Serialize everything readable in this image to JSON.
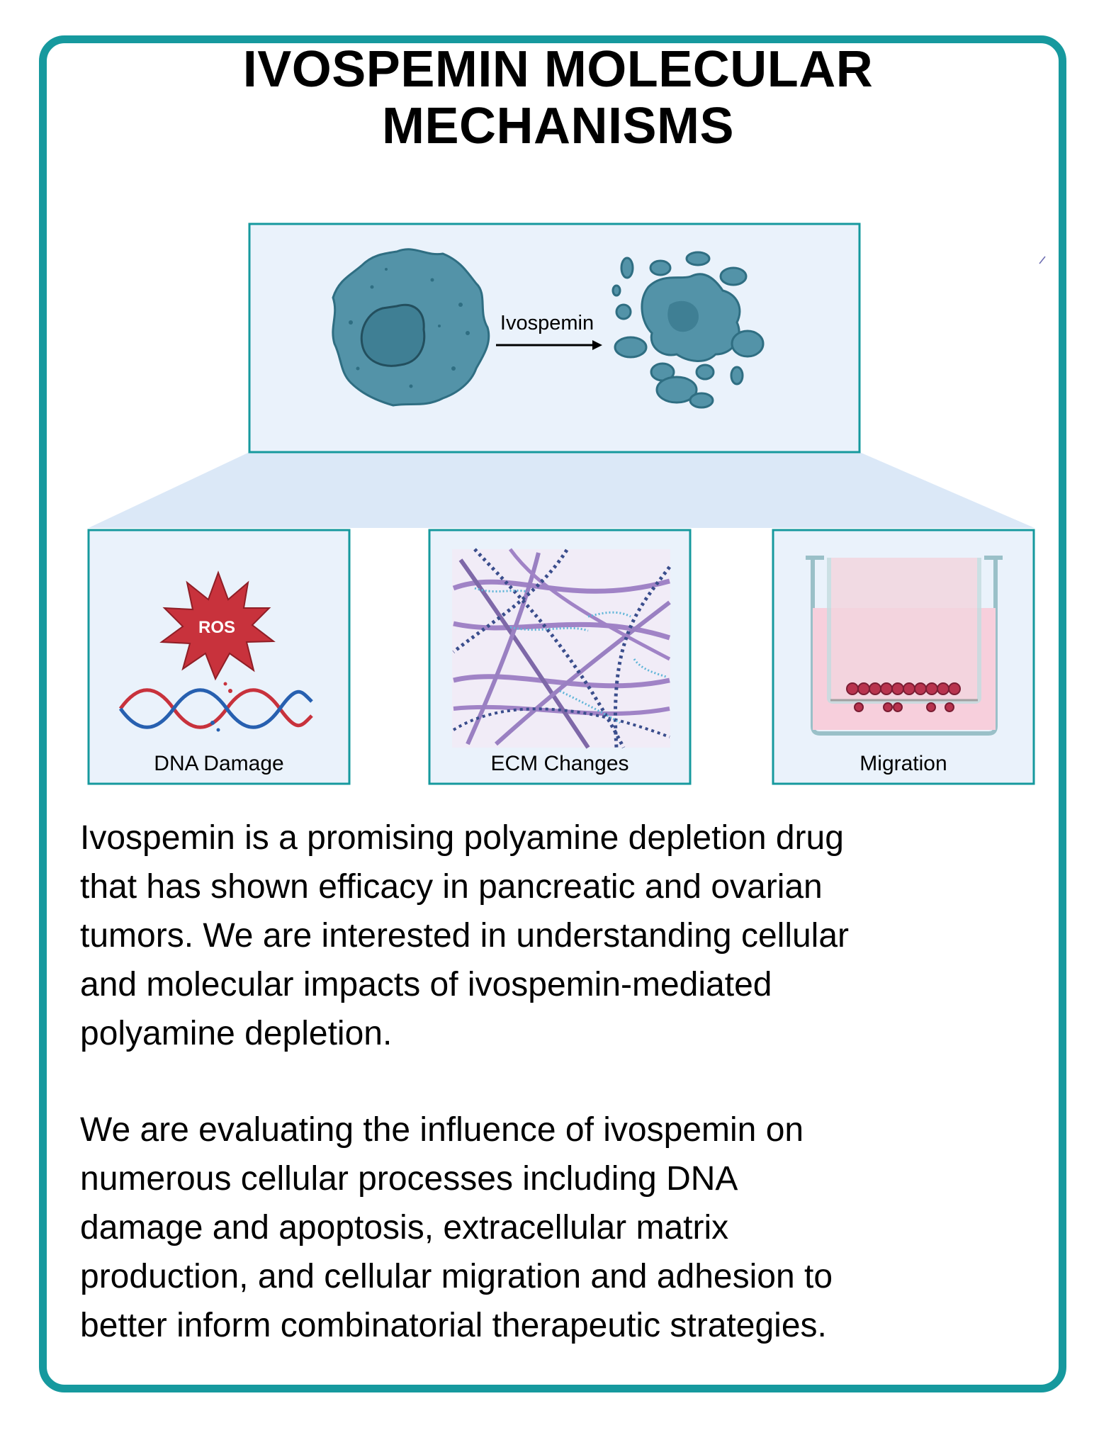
{
  "title": {
    "line1": "IVOSPEMIN MOLECULAR",
    "line2": "MECHANISMS"
  },
  "top_panel": {
    "arrow_label": "Ivospemin"
  },
  "panels": [
    {
      "label": "DNA Damage",
      "badge": "ROS"
    },
    {
      "label": "ECM Changes"
    },
    {
      "label": "Migration"
    }
  ],
  "paragraphs": [
    {
      "lines": [
        "Ivospemin is a promising polyamine depletion drug",
        "that has shown efficacy in pancreatic and ovarian",
        "tumors. We are interested in understanding cellular",
        "and molecular impacts of ivospemin-mediated",
        "polyamine depletion."
      ]
    },
    {
      "lines": [
        "We are evaluating the influence of ivospemin on",
        "numerous cellular processes including DNA",
        "damage and apoptosis, extracellular matrix",
        "production, and cellular migration and adhesion to",
        "better inform combinatorial therapeutic strategies."
      ]
    }
  ],
  "colors": {
    "border": "#16999e",
    "panel_fill": "#eaf2fb",
    "cell_fill": "#4a8da1",
    "cell_dark": "#2f6e82",
    "ros_red": "#c8323c",
    "well_pink": "#f7cfdc"
  }
}
